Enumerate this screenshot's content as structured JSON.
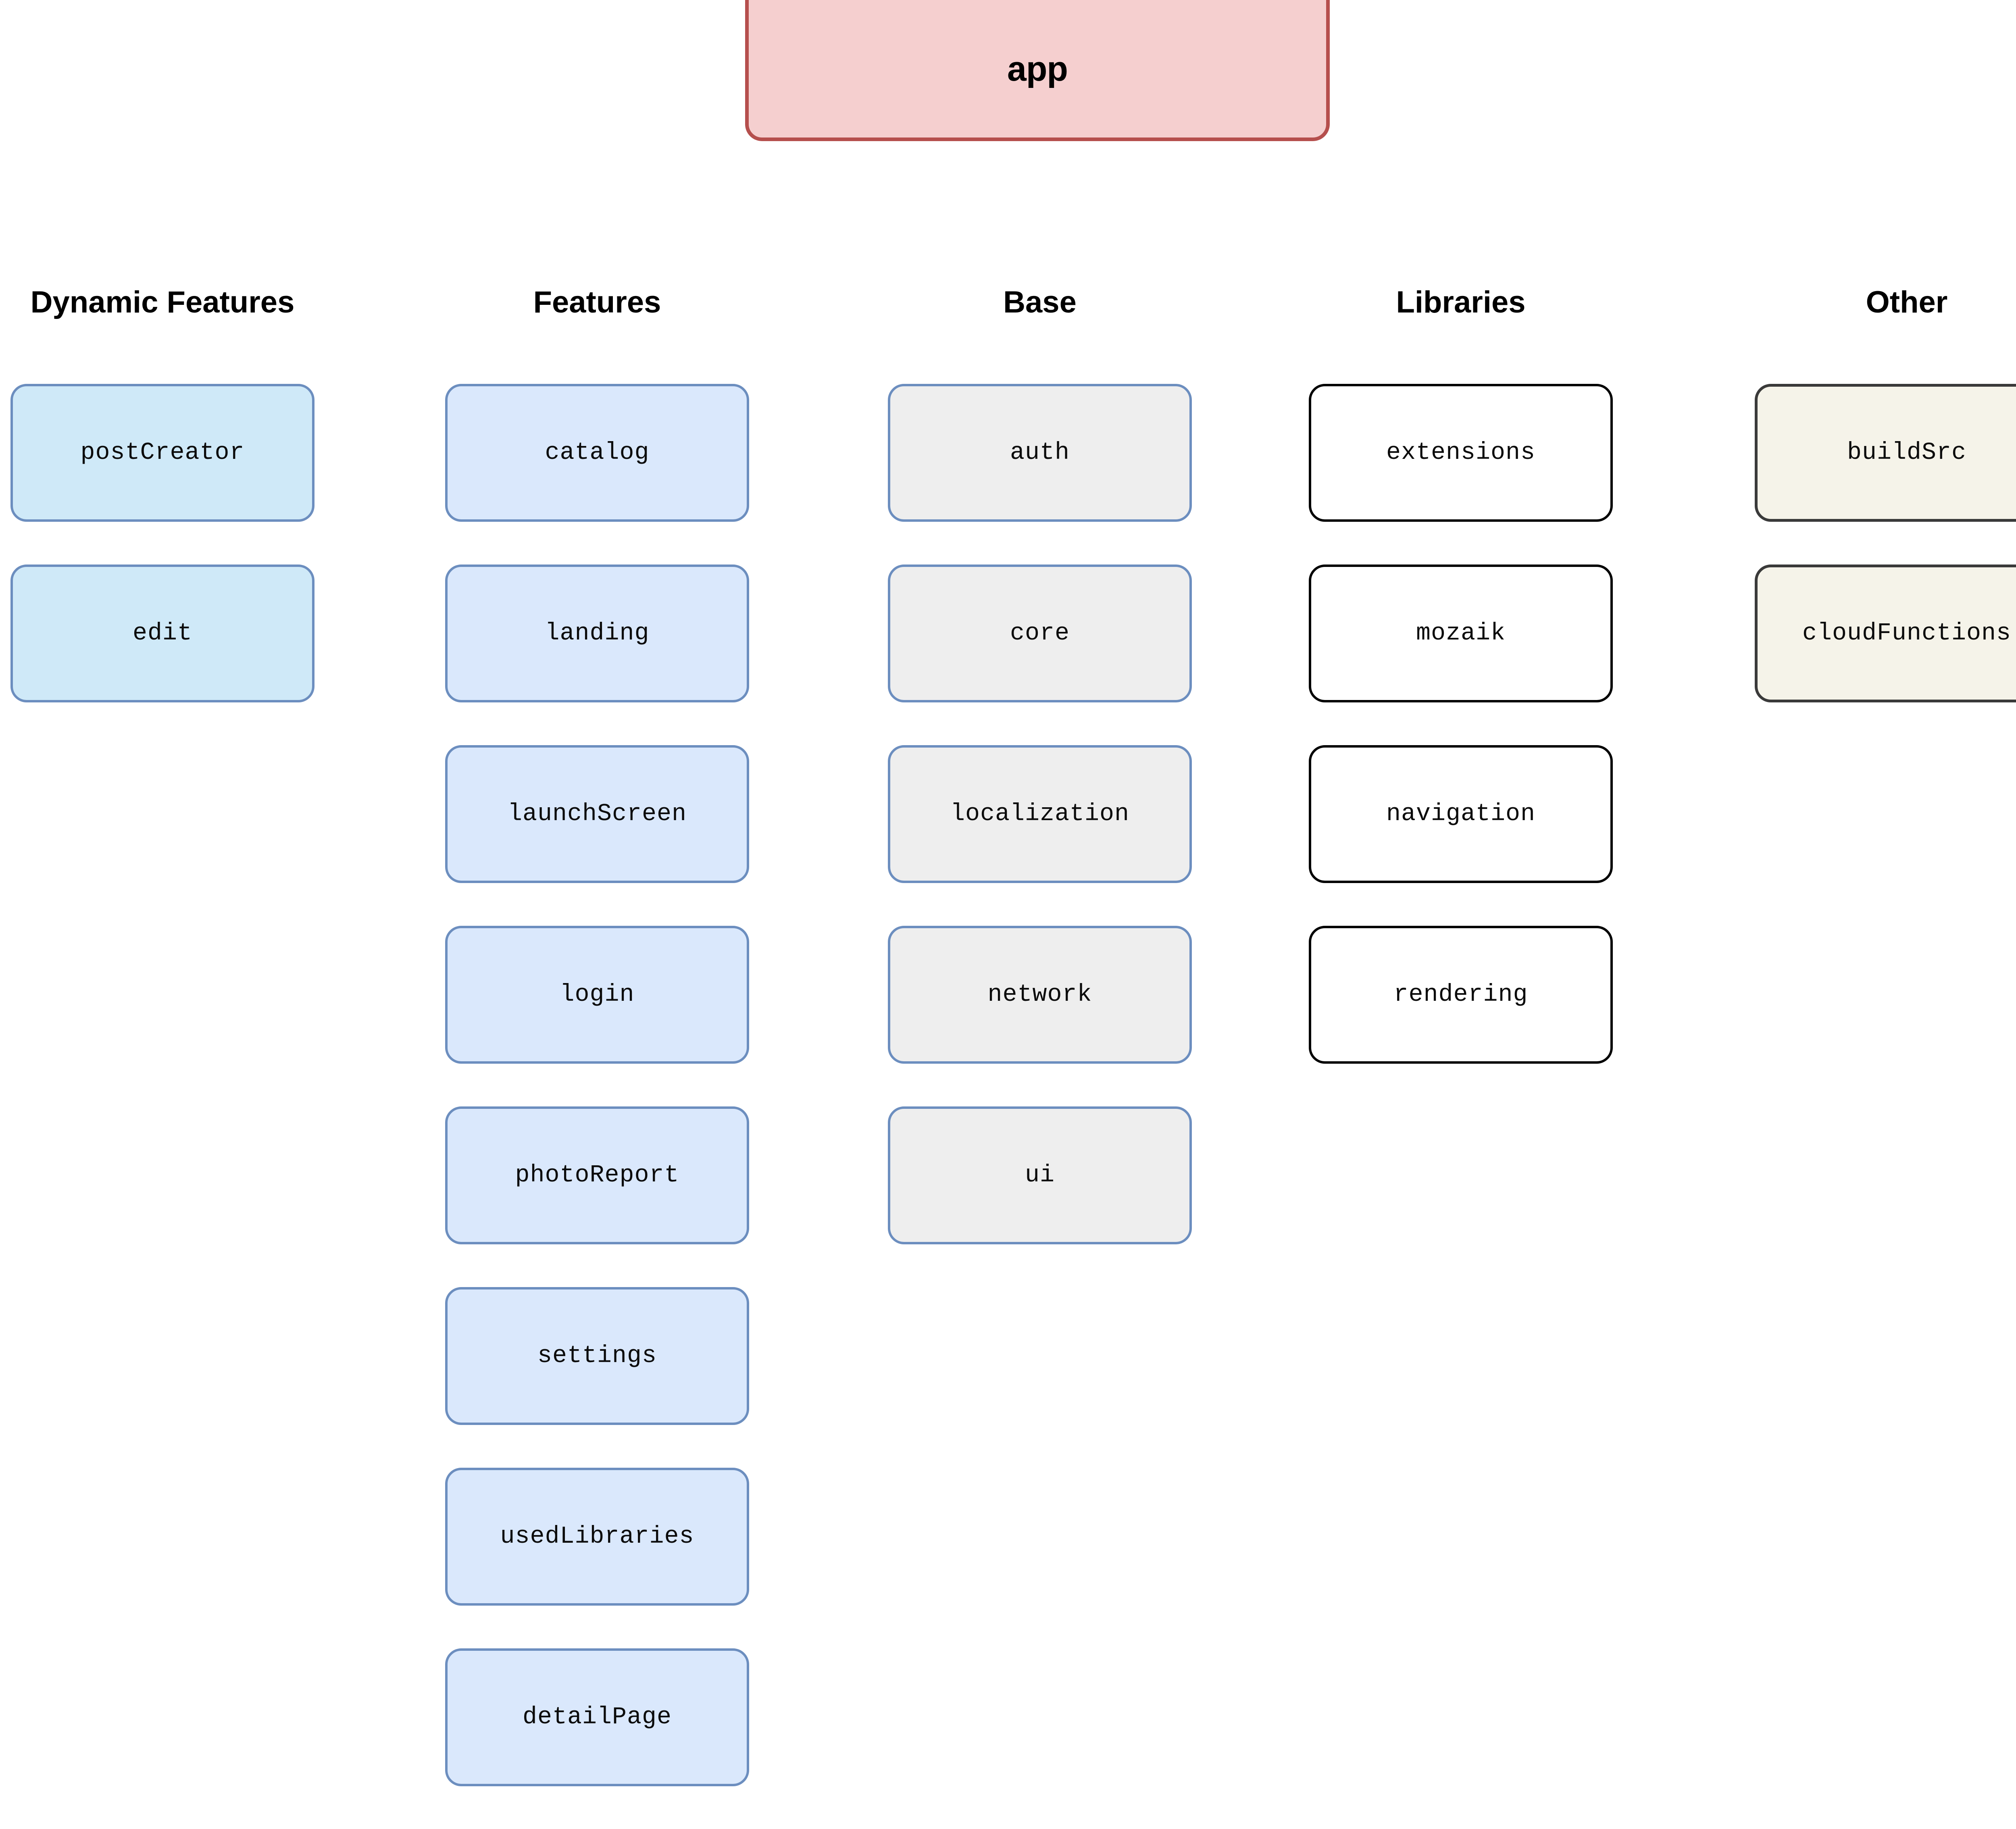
{
  "root": {
    "label": "app",
    "fill": "#f5cfcf",
    "stroke": "#b54f4d"
  },
  "columns": [
    {
      "key": "dynamic-features",
      "header": "Dynamic Features",
      "style": "dynamic",
      "fill": "#cfe9f8",
      "stroke": "#6c8ebf",
      "nodes": [
        {
          "label": "postCreator"
        },
        {
          "label": "edit"
        }
      ]
    },
    {
      "key": "features",
      "header": "Features",
      "style": "feature",
      "fill": "#dae8fc",
      "stroke": "#6c8ebf",
      "nodes": [
        {
          "label": "catalog"
        },
        {
          "label": "landing"
        },
        {
          "label": "launchScreen"
        },
        {
          "label": "login"
        },
        {
          "label": "photoReport"
        },
        {
          "label": "settings"
        },
        {
          "label": "usedLibraries"
        },
        {
          "label": "detailPage"
        }
      ]
    },
    {
      "key": "base",
      "header": "Base",
      "style": "base",
      "fill": "#eeeeee",
      "stroke": "#6c8ebf",
      "nodes": [
        {
          "label": "auth"
        },
        {
          "label": "core"
        },
        {
          "label": "localization"
        },
        {
          "label": "network"
        },
        {
          "label": "ui"
        }
      ]
    },
    {
      "key": "libraries",
      "header": "Libraries",
      "style": "library",
      "fill": "#ffffff",
      "stroke": "#000000",
      "nodes": [
        {
          "label": "extensions"
        },
        {
          "label": "mozaik"
        },
        {
          "label": "navigation"
        },
        {
          "label": "rendering"
        }
      ]
    },
    {
      "key": "other",
      "header": "Other",
      "style": "other",
      "fill": "#f5f3e9",
      "stroke": "#3a3a3a",
      "nodes": [
        {
          "label": "buildSrc"
        },
        {
          "label": "cloudFunctions"
        }
      ]
    }
  ]
}
